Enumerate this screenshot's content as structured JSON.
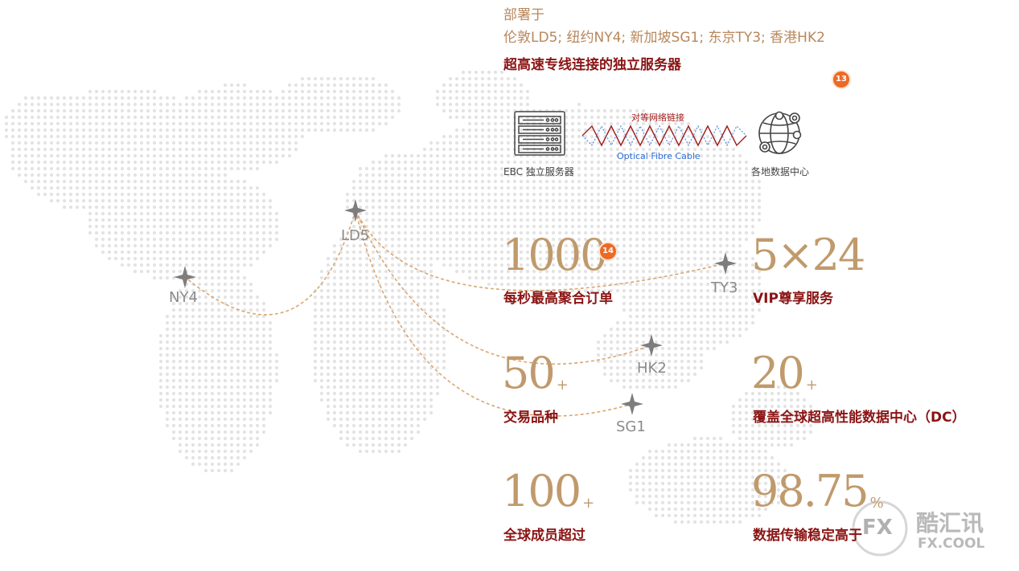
{
  "header": {
    "line1": "部署于",
    "line2": "伦敦LD5; 纽约NY4; 新加坡SG1; 东京TY3; 香港HK2",
    "line3": "超高速专线连接的独立服务器"
  },
  "badges": {
    "b13": "13",
    "b14": "14"
  },
  "diagram": {
    "server_label": "EBC 独立服务器",
    "link_top": "对等网络链接",
    "link_bottom": "Optical Fibre Cable",
    "dc_label": "各地数据中心"
  },
  "cities": {
    "ld5": "LD5",
    "ny4": "NY4",
    "ty3": "TY3",
    "hk2": "HK2",
    "sg1": "SG1"
  },
  "stats": {
    "orders": {
      "value": "1000",
      "label": "每秒最高聚合订单"
    },
    "vip": {
      "value": "5×24",
      "label": "VIP尊享服务"
    },
    "products": {
      "value": "50",
      "suffix": "+",
      "label": "交易品种"
    },
    "dc": {
      "value": "20",
      "suffix": "+",
      "label": "覆盖全球超高性能数据中心（DC）"
    },
    "members": {
      "value": "100",
      "suffix": "+",
      "label": "全球成员超过"
    },
    "stability": {
      "value": "98.75",
      "suffix": "%",
      "label": "数据传输稳定高于"
    }
  },
  "watermark": {
    "fx": "FX",
    "cn": "酷汇讯",
    "en": "FX.COOL"
  },
  "colors": {
    "gold": "#c09a6c",
    "maroon": "#8b1414",
    "badge": "#ec6a26",
    "route": "#d9a772",
    "dots": "#e3e3e3"
  }
}
